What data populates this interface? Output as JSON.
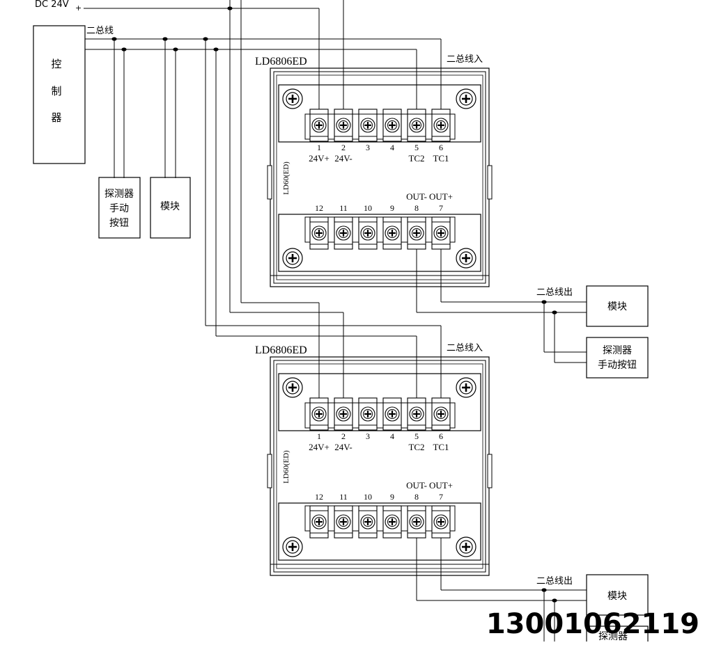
{
  "power": {
    "label": "DC 24V",
    "plus": "+"
  },
  "bus_label": "二总线",
  "controller": {
    "chars": [
      "控",
      "制",
      "器"
    ]
  },
  "left_devices": {
    "detector_lines": [
      "探测器",
      "手动",
      "按钮"
    ],
    "module": "模块"
  },
  "units": [
    {
      "model": "LD6806ED",
      "bus_in": "二总线入",
      "side_label": "LD60(ED)",
      "top_numbers": [
        "1",
        "2",
        "3",
        "4",
        "5",
        "6"
      ],
      "top_functions": [
        "24V+",
        "24V-",
        "",
        "",
        "TC2",
        "TC1"
      ],
      "bottom_numbers": [
        "12",
        "11",
        "10",
        "9",
        "8",
        "7"
      ],
      "bottom_functions": [
        "",
        "",
        "",
        "",
        "OUT-",
        "OUT+"
      ],
      "bus_out": "二总线出",
      "out_module": "模块",
      "out_detector_lines": [
        "探测器",
        "手动按钮"
      ]
    },
    {
      "model": "LD6806ED",
      "bus_in": "二总线入",
      "side_label": "LD60(ED)",
      "top_numbers": [
        "1",
        "2",
        "3",
        "4",
        "5",
        "6"
      ],
      "top_functions": [
        "24V+",
        "24V-",
        "",
        "",
        "TC2",
        "TC1"
      ],
      "bottom_numbers": [
        "12",
        "11",
        "10",
        "9",
        "8",
        "7"
      ],
      "bottom_functions": [
        "",
        "",
        "",
        "",
        "OUT-",
        "OUT+"
      ],
      "bus_out": "二总线出",
      "out_module": "模块",
      "out_detector_lines": [
        "探测器"
      ]
    }
  ],
  "phone_number": "13001062119"
}
